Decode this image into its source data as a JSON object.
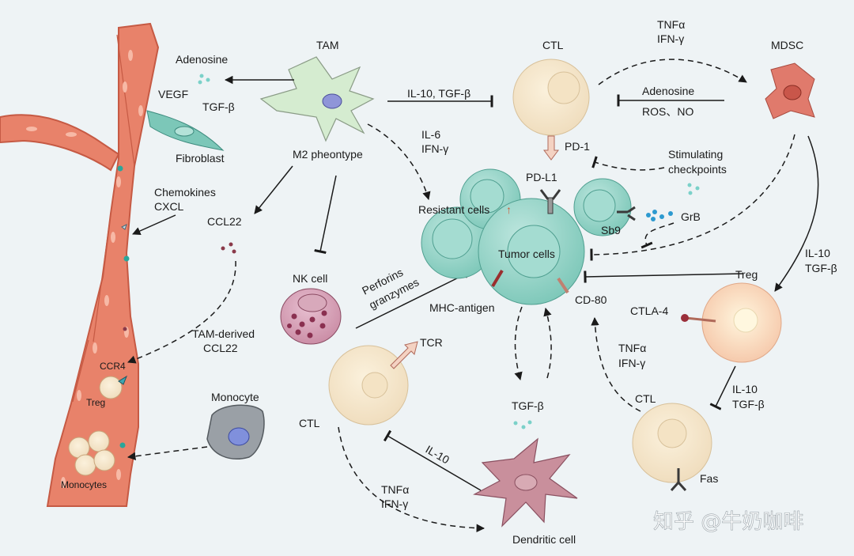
{
  "cells": {
    "tam": "TAM",
    "m2": "M2 pheontype",
    "ctl_top": "CTL",
    "mdsc": "MDSC",
    "fibroblast": "Fibroblast",
    "nk": "NK cell",
    "treg": "Treg",
    "ctl_right": "CTL",
    "ctl_left": "CTL",
    "monocyte": "Monocyte",
    "monocytes": "Monocytes",
    "dendritic": "Dendritic cell",
    "tumor": "Tumor cells",
    "resistant": "Resistant cells",
    "vessel_treg": "Treg",
    "ccr4": "CCR4"
  },
  "labels": {
    "adenosine": "Adenosine",
    "vegf": "VEGF",
    "tgfb_tam": "TGF-β",
    "il10_tgfb": "IL-10, TGF-β",
    "il6": "IL-6",
    "ifng_mid": "IFN-γ",
    "tnfa_top": "TNFα",
    "ifng_top": "IFN-γ",
    "adenosine_mdsc": "Adenosine",
    "ros_no": "ROS、NO",
    "pd1": "PD-1",
    "stim1": "Stimulating",
    "stim2": "checkpoints",
    "pdl1": "PD-L1",
    "sb9": "Sb9",
    "grb": "GrB",
    "chemokines": "Chemokines",
    "cxcl": "CXCL",
    "ccl22": "CCL22",
    "perforins": "Perforins",
    "granzymes": "granzymes",
    "mhc": "MHC-antigen",
    "cd80": "CD-80",
    "tam_derived": "TAM-derived",
    "ccl22_b": "CCL22",
    "tcr": "TCR",
    "tgfb_center": "TGF-β",
    "tnfa_mid": "TNFα",
    "ifng_mid2": "IFN-γ",
    "il10_right_a": "IL-10",
    "tgfb_right_a": "TGF-β",
    "ctla4": "CTLA-4",
    "il10_right_b": "IL-10",
    "tgfb_right_b": "TGF-β",
    "fas": "Fas",
    "il10_dc": "IL-10",
    "tnfa_bottom": "TNFα",
    "ifng_bottom": "IFN-γ"
  },
  "watermark": "知乎 @牛奶咖啡",
  "colors": {
    "vessel": "#e8826a",
    "tumor": "#8fd1c4",
    "ctl": "#f4e3c4",
    "tam": "#d5ecd0",
    "mdsc": "#e07a6c",
    "nk": "#b06a84",
    "dendritic": "#c98f9c",
    "monocyte": "#9aa0a6"
  }
}
